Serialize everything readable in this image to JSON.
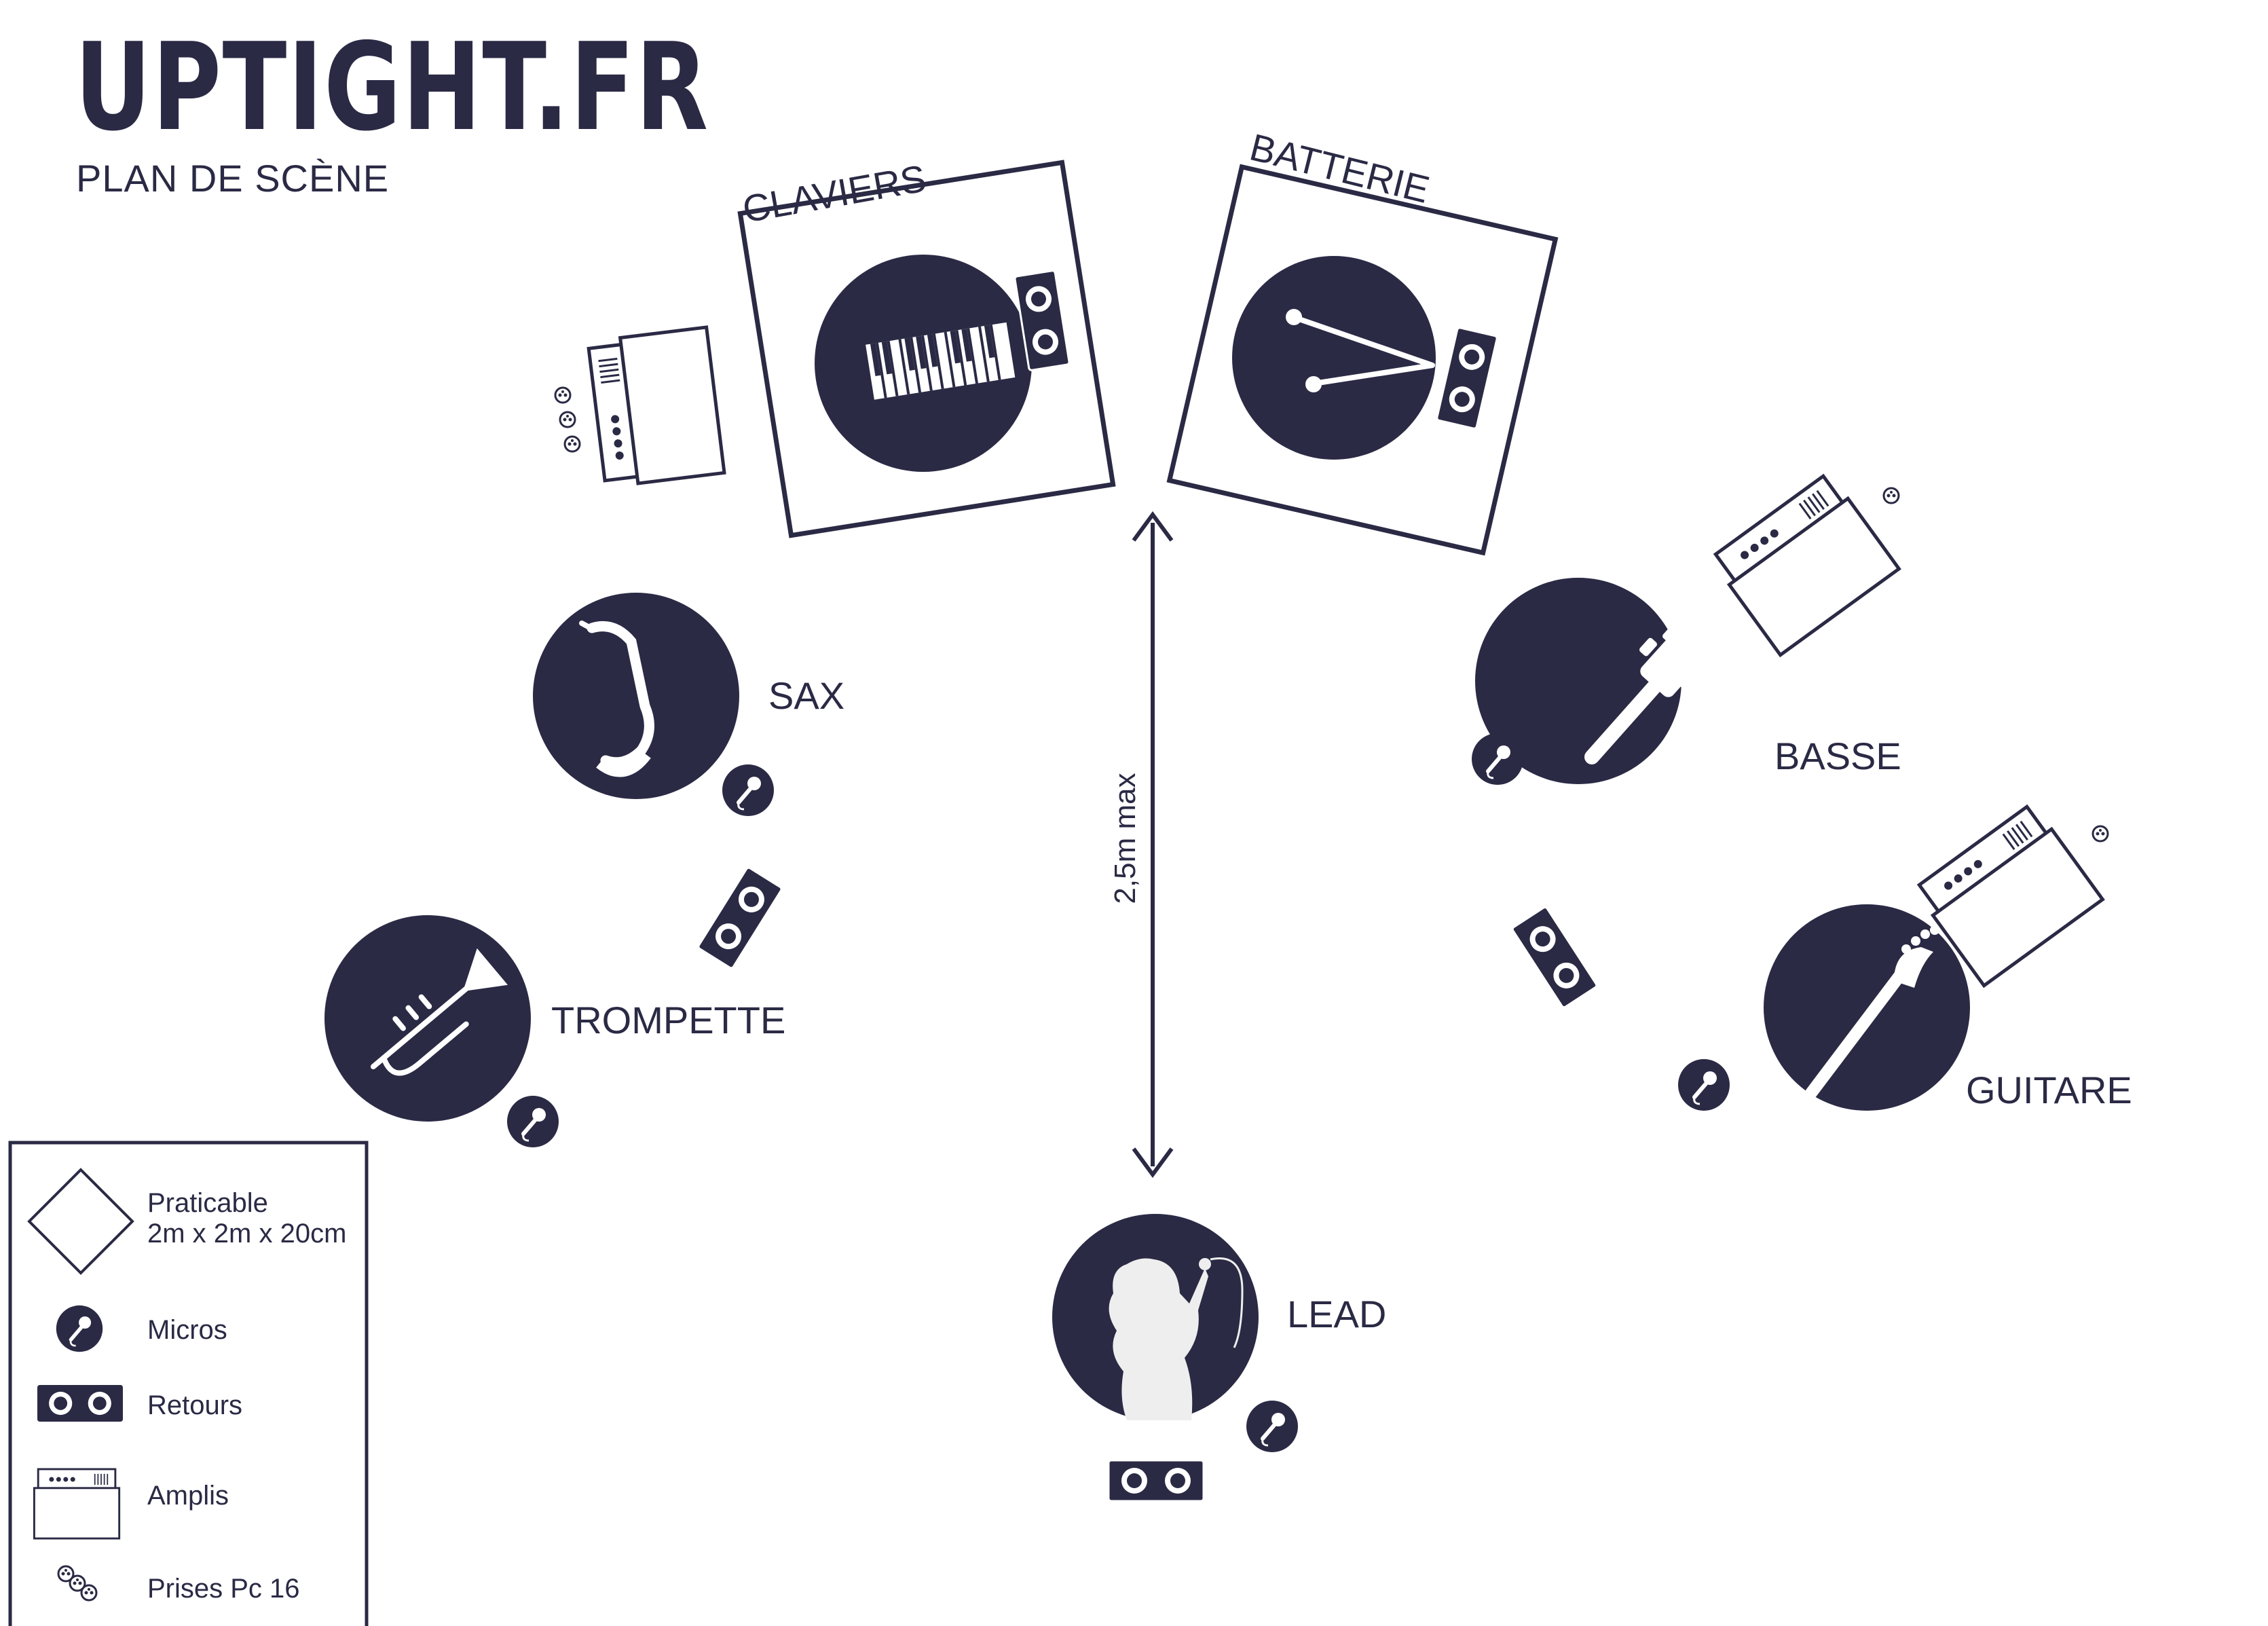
{
  "header": {
    "brand": "UPTIGHT.FR",
    "subtitle": "PLAN DE SCÈNE"
  },
  "stage": {
    "risers": {
      "keys": "CLAVIERS",
      "drums": "BATTERIE"
    },
    "musicians": {
      "sax": "SAX",
      "trumpet": "TROMPETTE",
      "bass": "BASSE",
      "guitar": "GUITARE",
      "lead": "LEAD"
    },
    "distance_label": "2,5m max"
  },
  "legend": {
    "riser_label": "Praticable",
    "riser_size": "2m x 2m x 20cm",
    "mic_label": "Micros",
    "monitor_label": "Retours",
    "amp_label": "Amplis",
    "socket_label": "Prises Pc 16"
  },
  "colors": {
    "ink": "#2a2a45",
    "background": "#ffffff",
    "figure": "#eeeeee"
  }
}
